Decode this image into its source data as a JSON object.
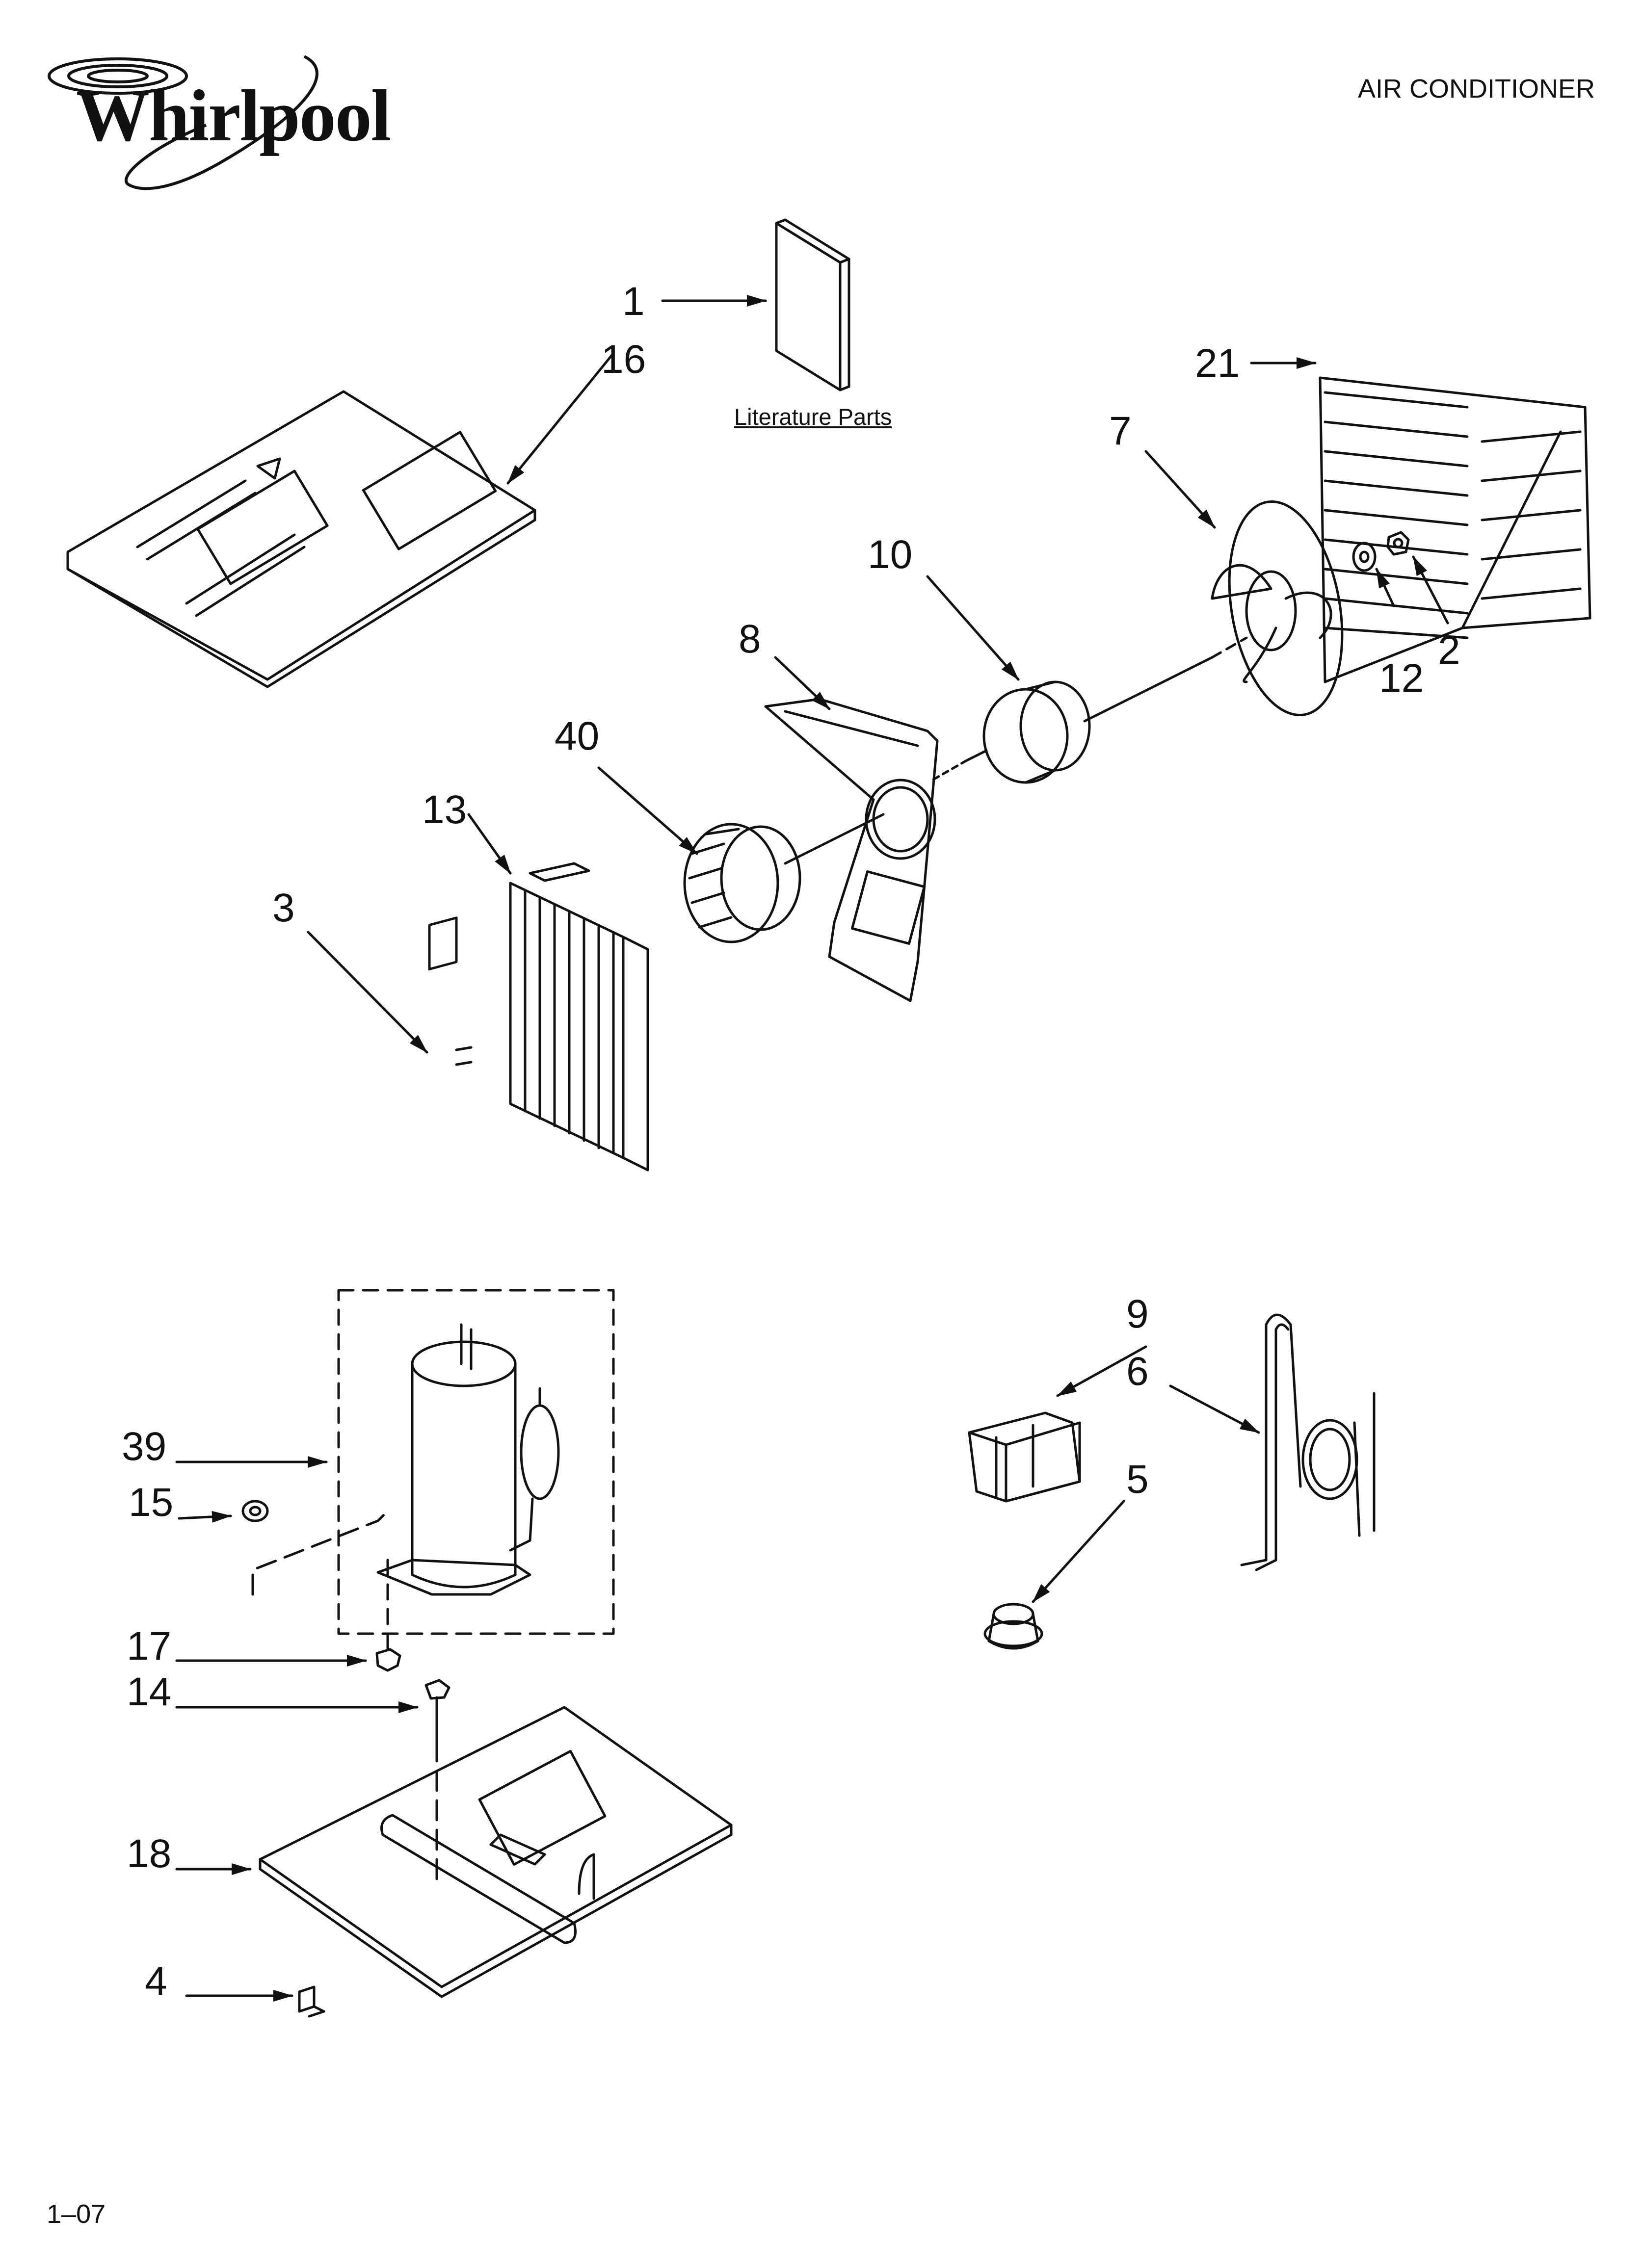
{
  "brand": "Whirlpool",
  "header": {
    "title": "AIR CONDITIONER"
  },
  "literature_caption": "Literature Parts",
  "footer": {
    "code": "1–07"
  },
  "callouts": {
    "c1": "1",
    "c16": "16",
    "c21": "21",
    "c7": "7",
    "c10": "10",
    "c8": "8",
    "c40": "40",
    "c13": "13",
    "c3": "3",
    "c12": "12",
    "c2": "2",
    "c9": "9",
    "c6": "6",
    "c5": "5",
    "c39": "39",
    "c15": "15",
    "c17": "17",
    "c14": "14",
    "c18": "18",
    "c4": "4"
  }
}
